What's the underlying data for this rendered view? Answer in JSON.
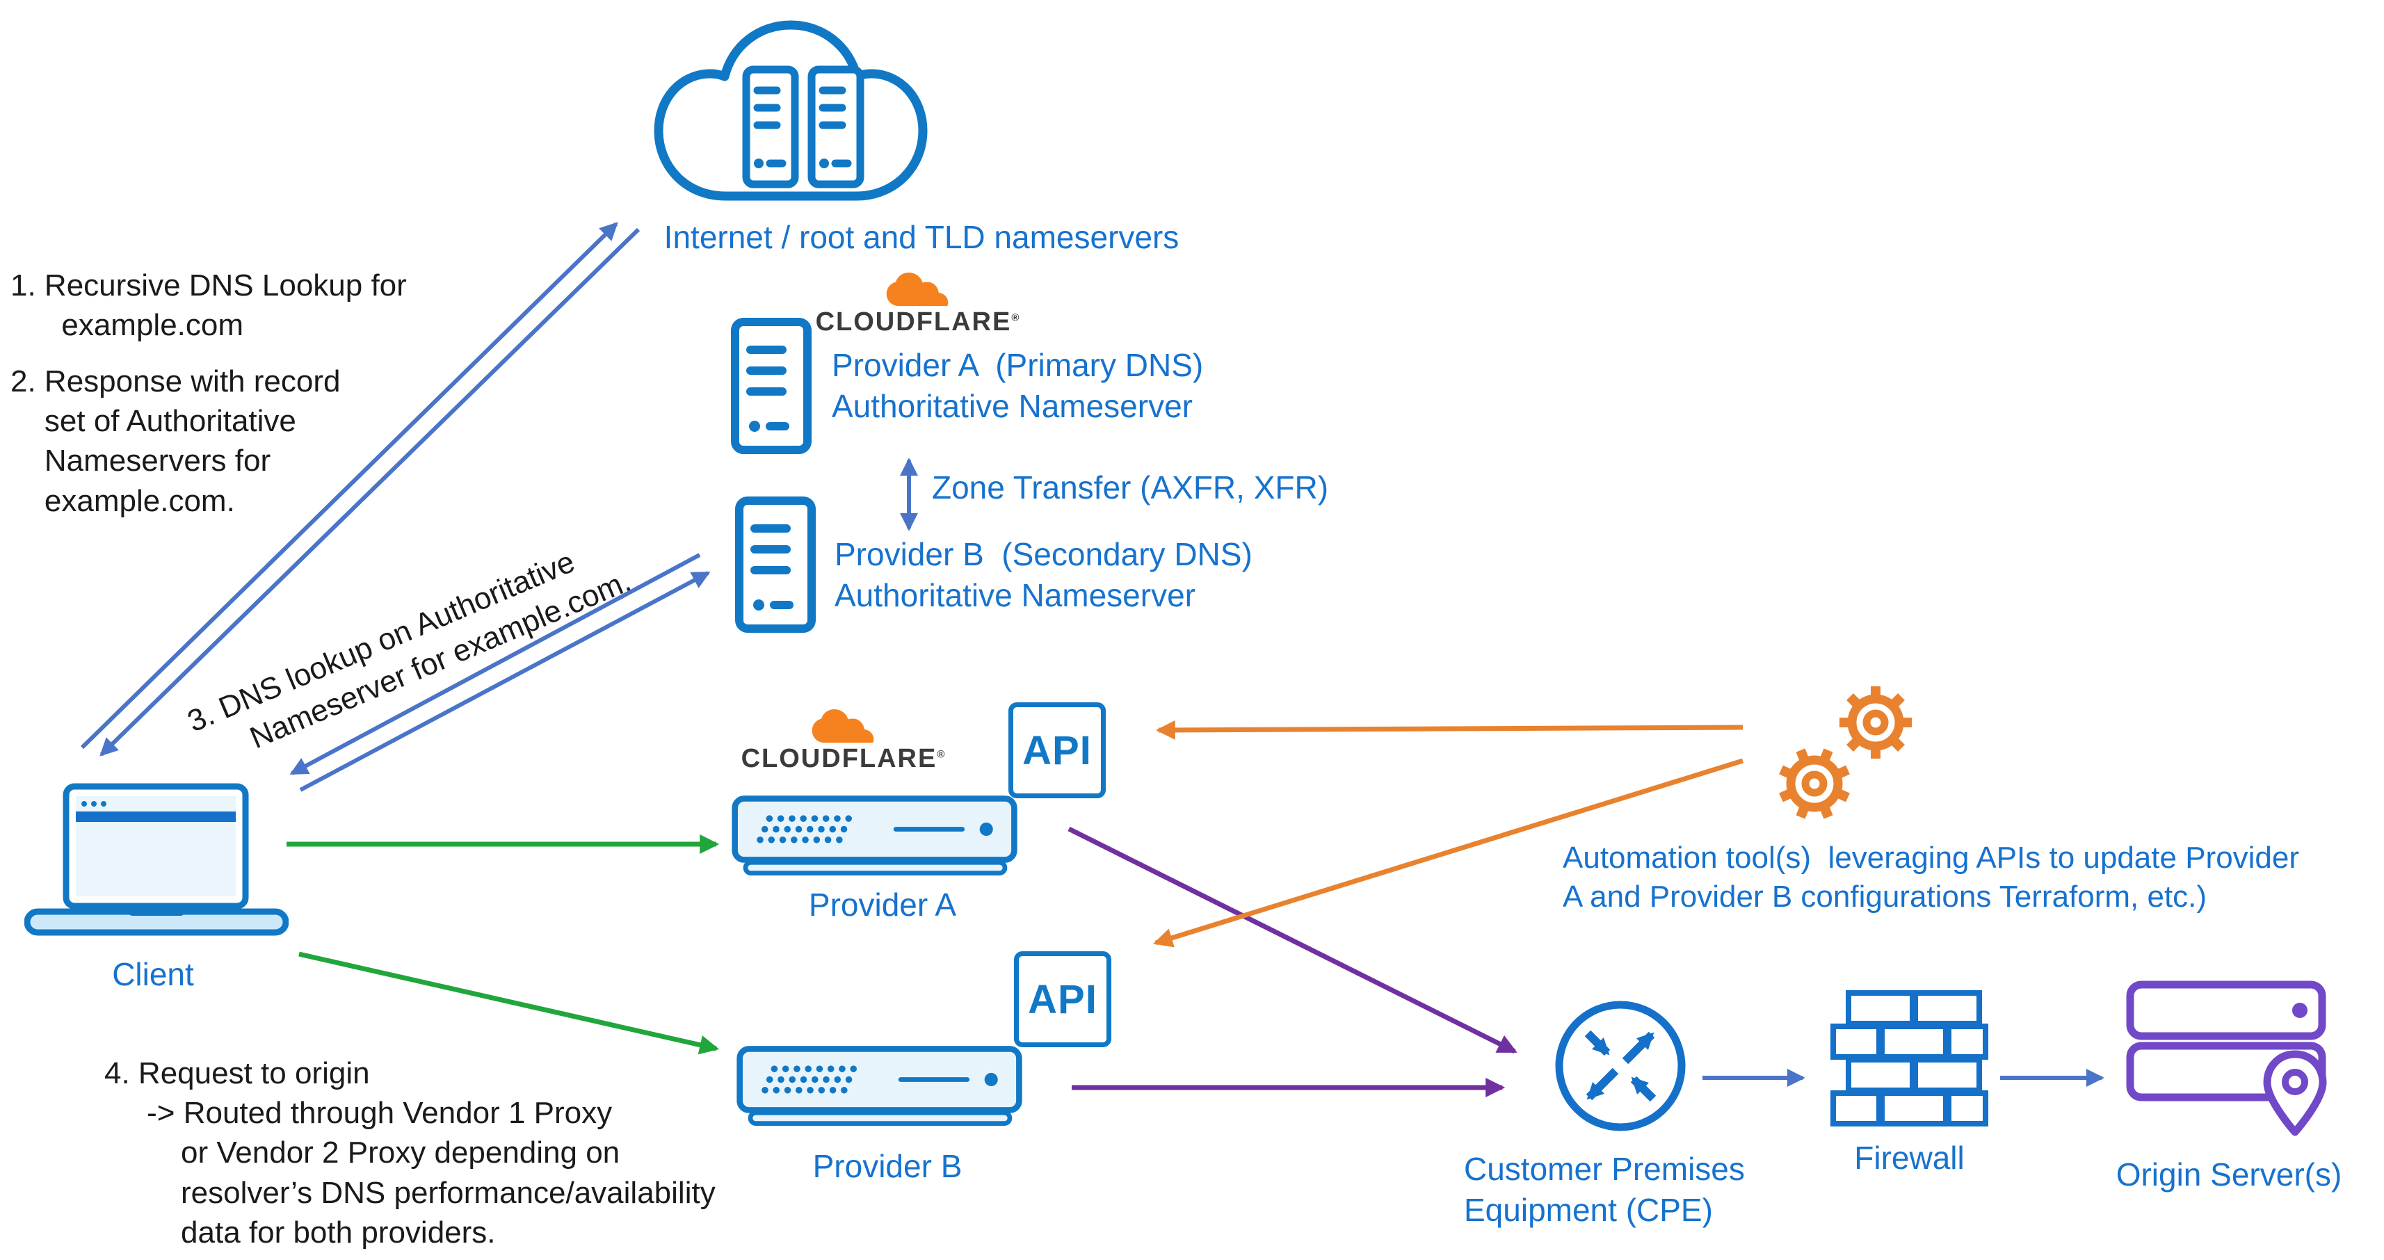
{
  "colors": {
    "icon_blue": "#1178C6",
    "label_blue": "#1672CE",
    "arrow_slate": "#4A74C8",
    "arrow_green": "#21A63C",
    "arrow_purple": "#7030A0",
    "arrow_orange": "#E8822E",
    "cf_orange": "#F6821F",
    "origin_purple": "#7048C8",
    "text_dark": "#1A1A1A"
  },
  "nodes": {
    "internet": {
      "label": "Internet / root and TLD nameservers"
    },
    "cloudflare": {
      "wordmark": "CLOUDFLARE",
      "reg": "®"
    },
    "provider_a_ns": {
      "label": "Provider A  (Primary DNS)\nAuthoritative Nameserver"
    },
    "provider_b_ns": {
      "label": "Provider B  (Secondary DNS)\nAuthoritative Nameserver"
    },
    "zone_transfer": {
      "label": "Zone Transfer (AXFR, XFR)"
    },
    "client": {
      "label": "Client"
    },
    "provider_a_proxy": {
      "label": "Provider A",
      "api": "API"
    },
    "provider_b_proxy": {
      "label": "Provider B",
      "api": "API"
    },
    "automation": {
      "label": "Automation tool(s)  leveraging APIs to update Provider\nA and Provider B configurations Terraform, etc.)"
    },
    "cpe": {
      "label": "Customer Premises\nEquipment (CPE)"
    },
    "firewall": {
      "label": "Firewall"
    },
    "origin": {
      "label": "Origin Server(s)"
    }
  },
  "annotations": {
    "step1": "1. Recursive DNS Lookup for\n      example.com",
    "step2": "2. Response with record\n    set of Authoritative\n    Nameservers for\n    example.com.",
    "step3": "3. DNS lookup on Authoritative\n      Nameserver for example.com.",
    "step4": "4. Request to origin\n     -> Routed through Vendor 1 Proxy\n         or Vendor 2 Proxy depending on\n         resolver’s DNS performance/availability\n         data for both providers."
  }
}
